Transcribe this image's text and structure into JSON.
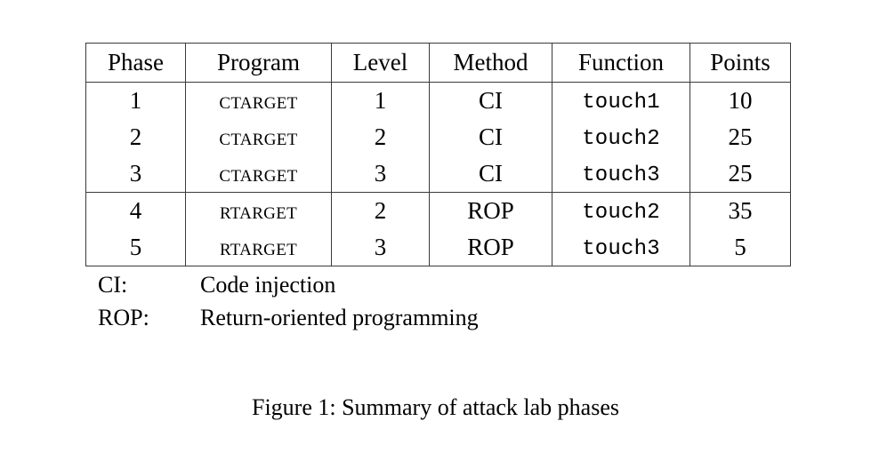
{
  "page": {
    "background": "#ffffff",
    "text_color": "#000000",
    "rule_color": "#3a3a3a"
  },
  "table": {
    "columns": [
      "Phase",
      "Program",
      "Level",
      "Method",
      "Function",
      "Points"
    ],
    "groups": [
      {
        "name": "code-injection-group",
        "rows": [
          {
            "phase": "1",
            "program": "CTARGET",
            "level": "1",
            "method": "CI",
            "function": "touch1",
            "points": "10"
          },
          {
            "phase": "2",
            "program": "CTARGET",
            "level": "2",
            "method": "CI",
            "function": "touch2",
            "points": "25"
          },
          {
            "phase": "3",
            "program": "CTARGET",
            "level": "3",
            "method": "CI",
            "function": "touch3",
            "points": "25"
          }
        ]
      },
      {
        "name": "return-oriented-programming-group",
        "rows": [
          {
            "phase": "4",
            "program": "RTARGET",
            "level": "2",
            "method": "ROP",
            "function": "touch2",
            "points": "35"
          },
          {
            "phase": "5",
            "program": "RTARGET",
            "level": "3",
            "method": "ROP",
            "function": "touch3",
            "points": "5"
          }
        ]
      }
    ]
  },
  "legend": [
    {
      "key": "CI:",
      "description": "Code injection"
    },
    {
      "key": "ROP:",
      "description": "Return-oriented programming"
    }
  ],
  "caption": "Figure 1: Summary of attack lab phases"
}
